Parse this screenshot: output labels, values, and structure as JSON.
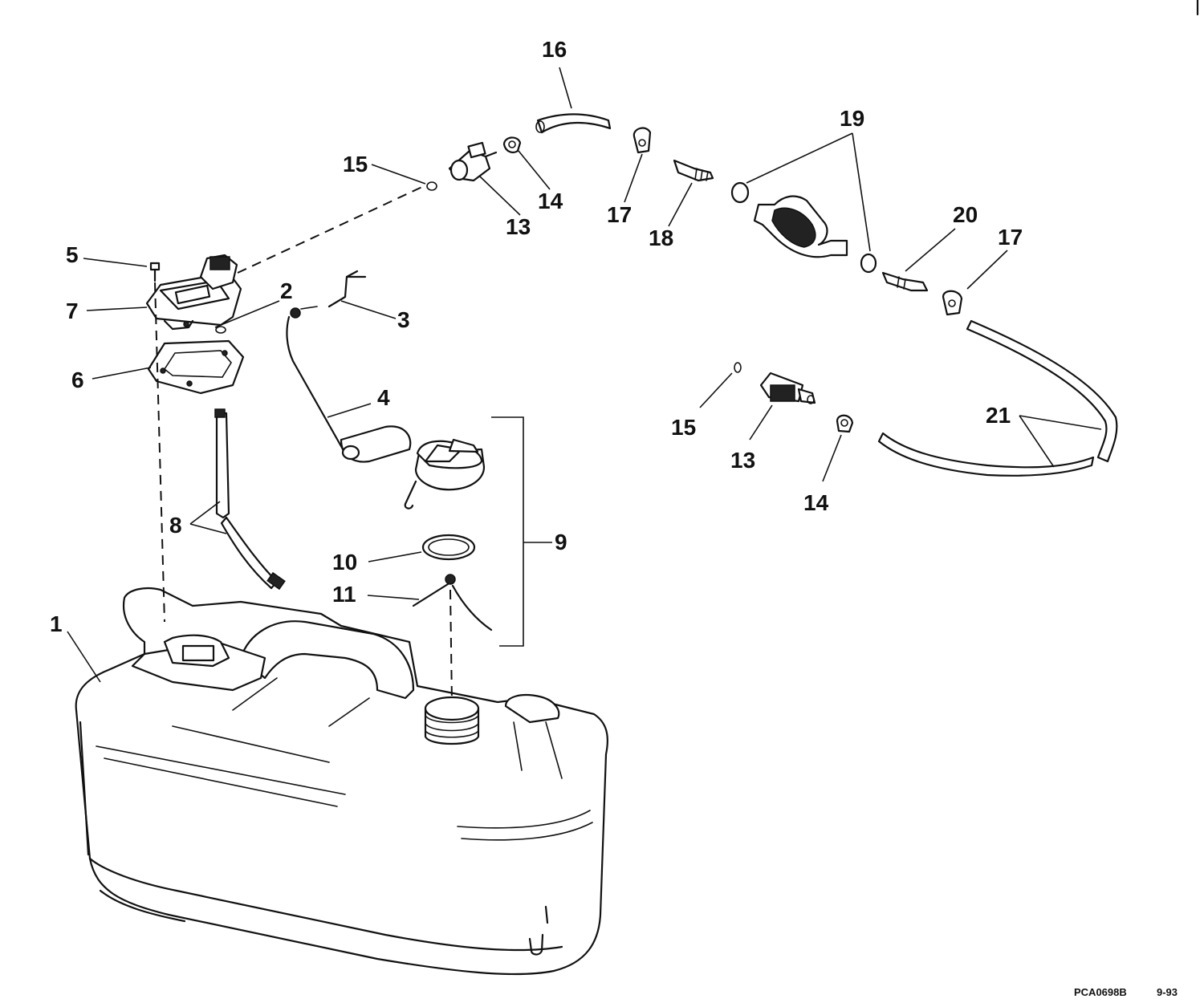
{
  "callouts": {
    "c1": "1",
    "c2": "2",
    "c3": "3",
    "c4": "4",
    "c5": "5",
    "c6": "6",
    "c7": "7",
    "c8": "8",
    "c9": "9",
    "c10": "10",
    "c11": "11",
    "c13a": "13",
    "c13b": "13",
    "c14a": "14",
    "c14b": "14",
    "c15a": "15",
    "c15b": "15",
    "c16": "16",
    "c17a": "17",
    "c17b": "17",
    "c18": "18",
    "c19": "19",
    "c20": "20",
    "c21": "21"
  },
  "footer": {
    "part_code": "PCA0698B",
    "date": "9-93"
  }
}
